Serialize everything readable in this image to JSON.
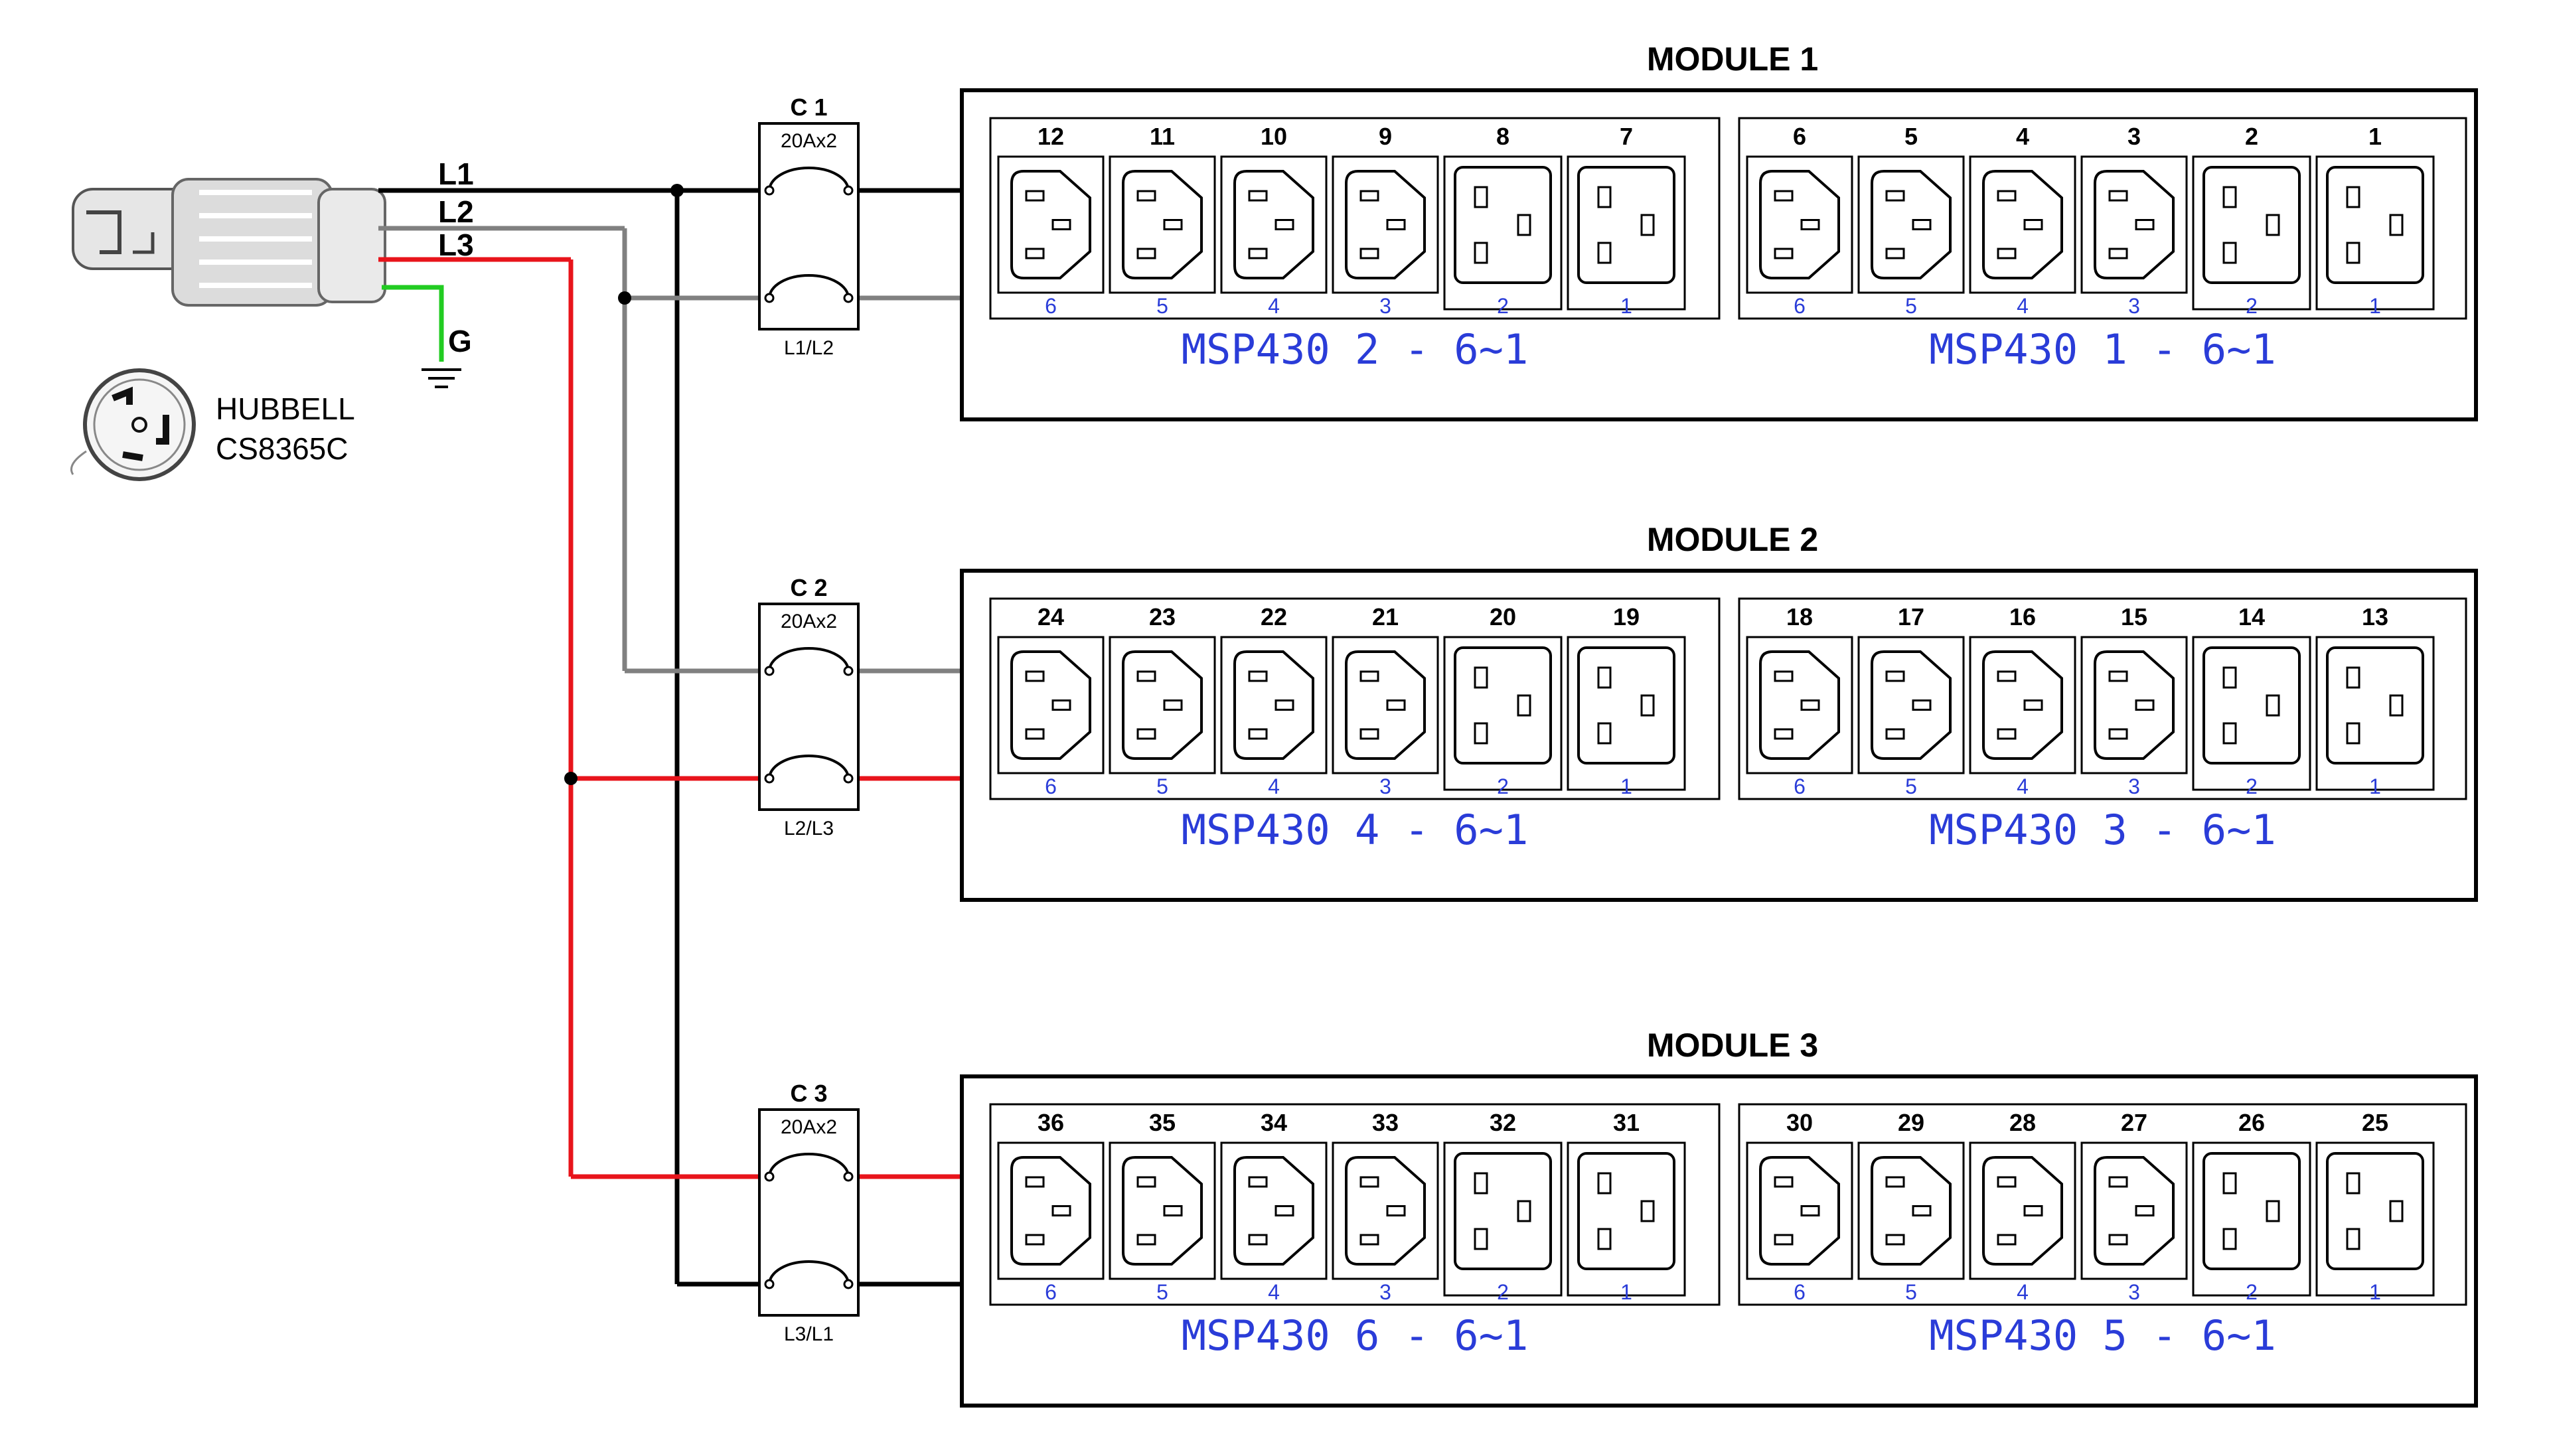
{
  "plug": {
    "brand": "HUBBELL",
    "model": "CS8365C",
    "lines": [
      "L1",
      "L2",
      "L3"
    ],
    "ground": "G"
  },
  "wires": {
    "L1": {
      "label": "L1",
      "color": "#000000"
    },
    "L2": {
      "label": "L2",
      "color": "#808080"
    },
    "L3": {
      "label": "L3",
      "color": "#e8141b"
    },
    "G": {
      "label": "G",
      "color": "#22cc22"
    }
  },
  "breakers": [
    {
      "name": "C 1",
      "rating": "20Ax2",
      "phases": "L1/L2",
      "top_wire": "L1",
      "bottom_wire": "L2"
    },
    {
      "name": "C 2",
      "rating": "20Ax2",
      "phases": "L2/L3",
      "top_wire": "L2",
      "bottom_wire": "L3"
    },
    {
      "name": "C 3",
      "rating": "20Ax2",
      "phases": "L3/L1",
      "top_wire": "L3",
      "bottom_wire": "L1"
    }
  ],
  "modules": [
    {
      "title": "MODULE 1",
      "pdus": [
        {
          "label": "MSP430 2 - 6~1",
          "outlets": [
            "12",
            "11",
            "10",
            "9",
            "8",
            "7"
          ],
          "sub": [
            "6",
            "5",
            "4",
            "3",
            "2",
            "1"
          ]
        },
        {
          "label": "MSP430 1 - 6~1",
          "outlets": [
            "6",
            "5",
            "4",
            "3",
            "2",
            "1"
          ],
          "sub": [
            "6",
            "5",
            "4",
            "3",
            "2",
            "1"
          ]
        }
      ]
    },
    {
      "title": "MODULE 2",
      "pdus": [
        {
          "label": "MSP430 4 - 6~1",
          "outlets": [
            "24",
            "23",
            "22",
            "21",
            "20",
            "19"
          ],
          "sub": [
            "6",
            "5",
            "4",
            "3",
            "2",
            "1"
          ]
        },
        {
          "label": "MSP430 3 - 6~1",
          "outlets": [
            "18",
            "17",
            "16",
            "15",
            "14",
            "13"
          ],
          "sub": [
            "6",
            "5",
            "4",
            "3",
            "2",
            "1"
          ]
        }
      ]
    },
    {
      "title": "MODULE 3",
      "pdus": [
        {
          "label": "MSP430 6 - 6~1",
          "outlets": [
            "36",
            "35",
            "34",
            "33",
            "32",
            "31"
          ],
          "sub": [
            "6",
            "5",
            "4",
            "3",
            "2",
            "1"
          ]
        },
        {
          "label": "MSP430 5 - 6~1",
          "outlets": [
            "30",
            "29",
            "28",
            "27",
            "26",
            "25"
          ],
          "sub": [
            "6",
            "5",
            "4",
            "3",
            "2",
            "1"
          ]
        }
      ]
    }
  ],
  "outlet_types": [
    "C13",
    "C13",
    "C13",
    "C13",
    "C19",
    "C19"
  ]
}
